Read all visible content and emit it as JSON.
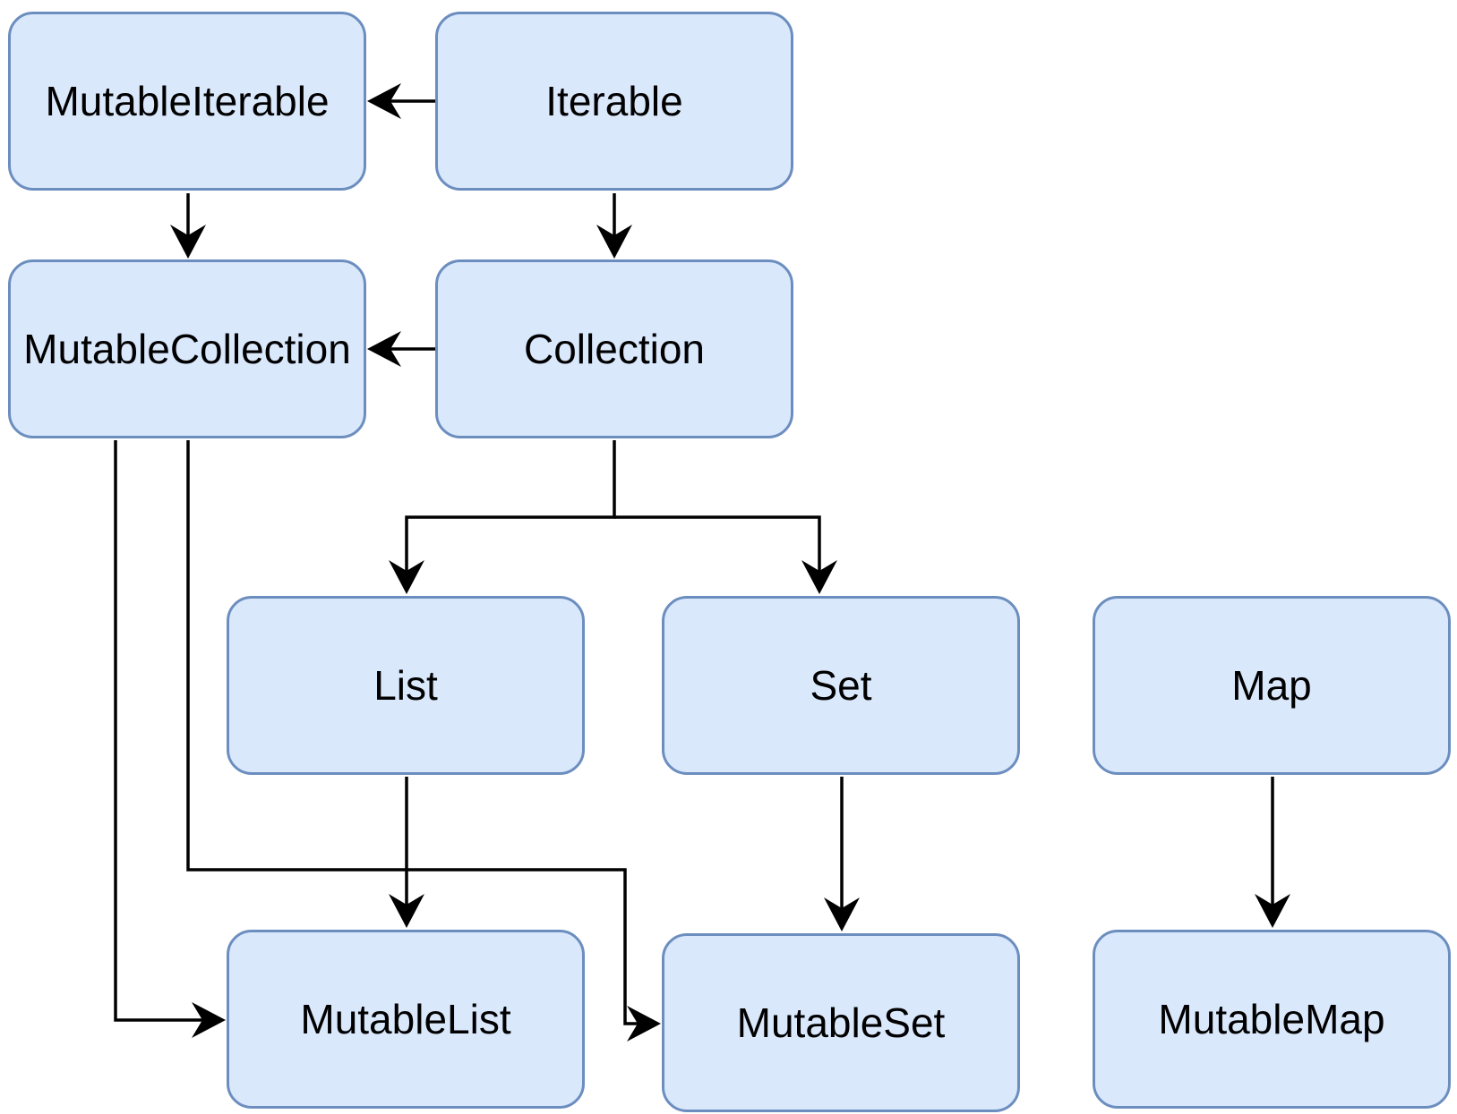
{
  "nodes": {
    "mutable_iterable": "MutableIterable",
    "iterable": "Iterable",
    "mutable_collection": "MutableCollection",
    "collection": "Collection",
    "list": "List",
    "set": "Set",
    "map": "Map",
    "mutable_list": "MutableList",
    "mutable_set": "MutableSet",
    "mutable_map": "MutableMap"
  },
  "edges": [
    {
      "from": "Iterable",
      "to": "MutableIterable"
    },
    {
      "from": "Iterable",
      "to": "Collection"
    },
    {
      "from": "MutableIterable",
      "to": "MutableCollection"
    },
    {
      "from": "Collection",
      "to": "MutableCollection"
    },
    {
      "from": "Collection",
      "to": "List"
    },
    {
      "from": "Collection",
      "to": "Set"
    },
    {
      "from": "List",
      "to": "MutableList"
    },
    {
      "from": "MutableCollection",
      "to": "MutableList"
    },
    {
      "from": "MutableCollection",
      "to": "MutableSet"
    },
    {
      "from": "Set",
      "to": "MutableSet"
    },
    {
      "from": "Map",
      "to": "MutableMap"
    }
  ],
  "colors": {
    "node_fill": "#dae8fc",
    "node_border": "#6c8ebf",
    "edge": "#000000"
  }
}
